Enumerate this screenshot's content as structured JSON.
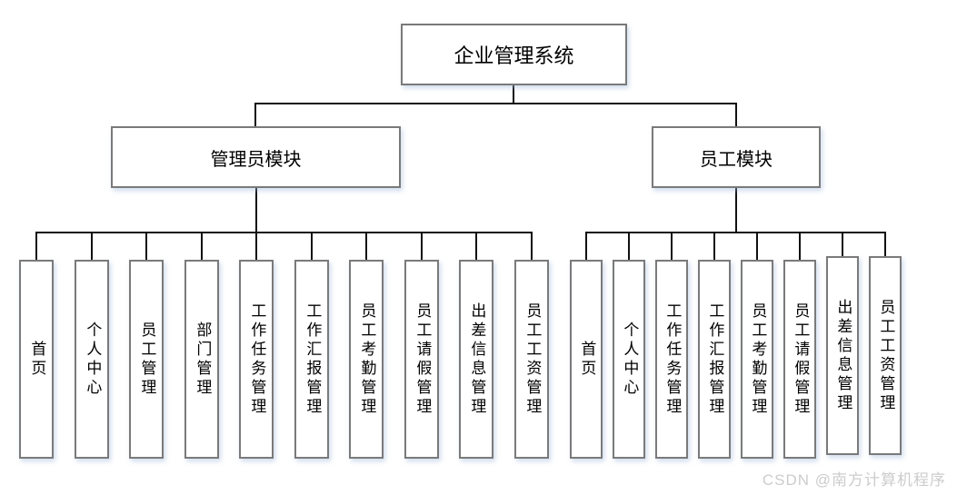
{
  "tree": {
    "root": {
      "label": "企业管理系统"
    },
    "modules": [
      {
        "label": "管理员模块",
        "children": [
          "首页",
          "个人中心",
          "员工管理",
          "部门管理",
          "工作任务管理",
          "工作汇报管理",
          "员工考勤管理",
          "员工请假管理",
          "出差信息管理",
          "员工工资管理"
        ]
      },
      {
        "label": "员工模块",
        "children": [
          "首页",
          "个人中心",
          "工作任务管理",
          "工作汇报管理",
          "员工考勤管理",
          "员工请假管理",
          "出差信息管理",
          "员工工资管理"
        ]
      }
    ]
  },
  "watermark": {
    "text": "CSDN @南方计算机程序"
  },
  "colors": {
    "background": "#ffffff",
    "connector": "#111111",
    "box_border": "#7a7a7a",
    "box_fill": "#ffffff",
    "text": "#000000",
    "box_shadow": "#96b2d7",
    "watermark": "#cccccc"
  }
}
